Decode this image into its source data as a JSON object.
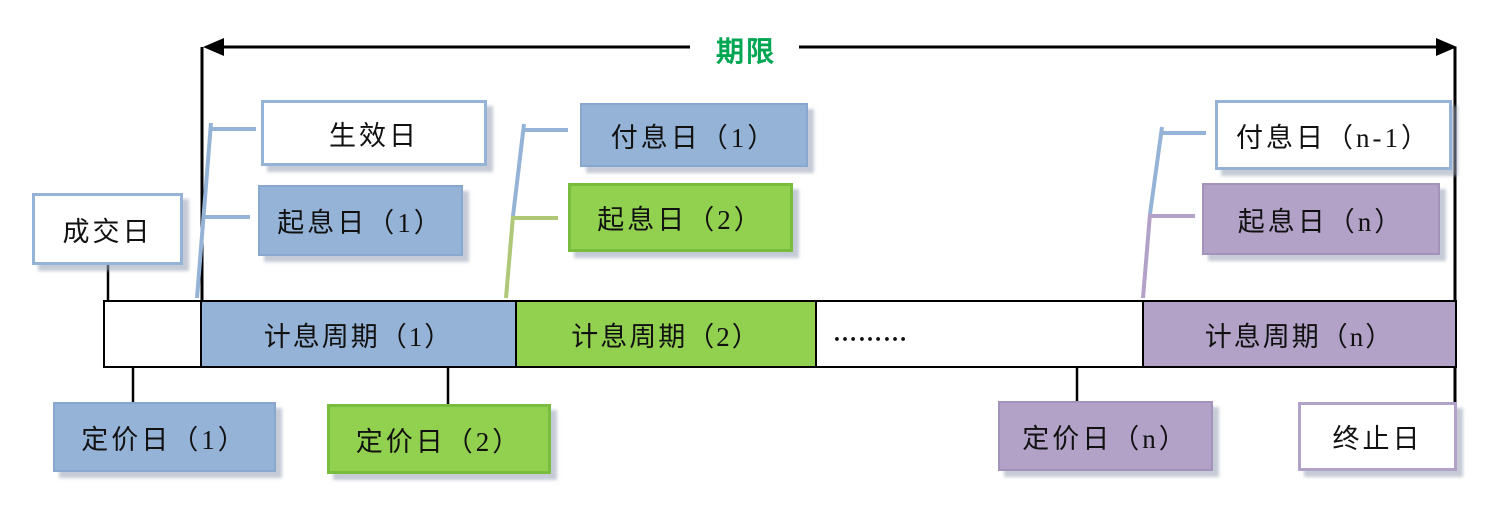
{
  "term": {
    "label": "期限"
  },
  "colors": {
    "blue": "#95B3D7",
    "green": "#92D050",
    "purple": "#B2A2C7",
    "term_text_green": "#00A651",
    "line_black": "#000000"
  },
  "top_labels": {
    "trade_date": "成交日",
    "effective_date": "生效日",
    "interest_start_1": "起息日（1）",
    "payment_date_1": "付息日（1）",
    "interest_start_2": "起息日（2）",
    "payment_date_n_minus_1": "付息日（n-1）",
    "interest_start_n": "起息日（n）"
  },
  "timeline": {
    "segments": [
      {
        "label": "",
        "color": "white"
      },
      {
        "label": "计息周期（1）",
        "color": "blue"
      },
      {
        "label": "计息周期（2）",
        "color": "green"
      },
      {
        "label": "………",
        "color": "white"
      },
      {
        "label": "计息周期（n）",
        "color": "purple"
      }
    ]
  },
  "bottom_labels": {
    "pricing_date_1": "定价日（1）",
    "pricing_date_2": "定价日（2）",
    "pricing_date_n": "定价日（n）",
    "termination_date": "终止日"
  }
}
